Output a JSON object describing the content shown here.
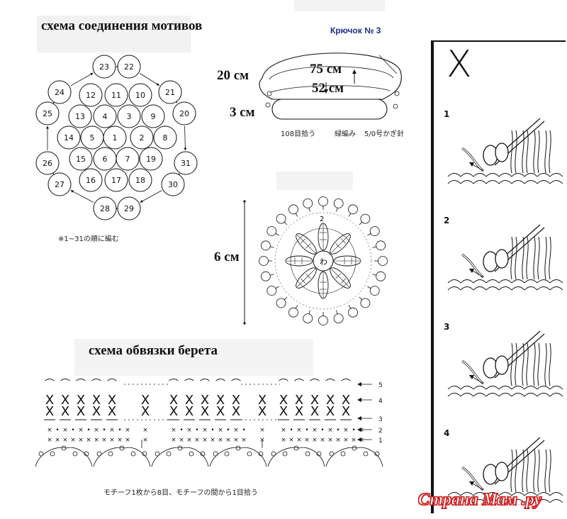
{
  "titles": {
    "motif_joining": "схема соединения мотивов",
    "edging": "схема обвязки берета"
  },
  "hook": "Крючок № 3",
  "motif_diagram": {
    "note": "※1~31の順に編む",
    "motifs": [
      {
        "num": "23"
      },
      {
        "num": "22"
      },
      {
        "num": "24"
      },
      {
        "num": "12"
      },
      {
        "num": "11"
      },
      {
        "num": "10"
      },
      {
        "num": "21"
      },
      {
        "num": "25"
      },
      {
        "num": "13"
      },
      {
        "num": "4"
      },
      {
        "num": "3"
      },
      {
        "num": "9"
      },
      {
        "num": "20"
      },
      {
        "num": "14"
      },
      {
        "num": "5"
      },
      {
        "num": "1"
      },
      {
        "num": "2"
      },
      {
        "num": "8"
      },
      {
        "num": "26"
      },
      {
        "num": "15"
      },
      {
        "num": "6"
      },
      {
        "num": "7"
      },
      {
        "num": "19"
      },
      {
        "num": "31"
      },
      {
        "num": "27"
      },
      {
        "num": "16"
      },
      {
        "num": "17"
      },
      {
        "num": "18"
      },
      {
        "num": "30"
      },
      {
        "num": "28"
      },
      {
        "num": "29"
      }
    ]
  },
  "beret": {
    "height": "20 см",
    "outer": "75 см",
    "inner": "52 см",
    "band": "3 см",
    "jp1": "108目拾う",
    "jp2": "緑編み",
    "jp3": "5/0号かぎ針"
  },
  "motif": {
    "size": "6 см",
    "center": "わ",
    "label": "2"
  },
  "edging": {
    "rows": [
      "5",
      "4",
      "3",
      "2",
      "1"
    ],
    "note": "モチーフ1枚から8目、モチーフの間から1目拾う"
  },
  "steps": {
    "symbol": "X",
    "items": [
      "1",
      "2",
      "3",
      "4"
    ]
  },
  "watermark": "Страна Мам .ру",
  "colors": {
    "line": "#111111",
    "hook_text": "#1b2d8a",
    "watermark": "#cc1b1b"
  }
}
